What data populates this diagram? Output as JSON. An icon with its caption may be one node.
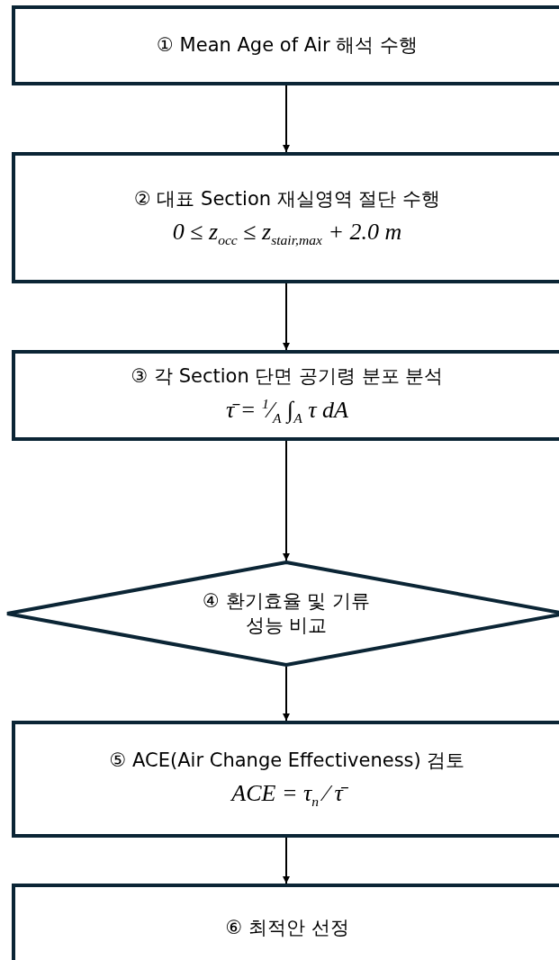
{
  "diagram": {
    "nodes": [
      {
        "text": [
          "① Mean Age of Air 해석 수행"
        ]
      },
      {
        "text": [
          "② 대표 Section 재실영역 절단 수행",
          "0 ≤ z$_{occ}$ ≤ z$_{stair,max}$ + 2.0 m"
        ]
      },
      {
        "text": [
          "③ 각 Section 단면 공기령 분포 분석",
          "τ̄ = $^{1}$⁄$_{A}$ ∫$_{A}$ τ dA"
        ]
      },
      {
        "text": [
          "④ 환기효율 및 기류 성능 비교"
        ]
      },
      {
        "text": [
          "⑤ ACE(Air Change Effectiveness) 검토",
          "ACE = τ$_{n}$ ⁄ τ̄"
        ]
      },
      {
        "text": [
          "⑥ 최적안 선정"
        ]
      }
    ],
    "edges": [
      {
        "from": 0,
        "to": 1,
        "arrow": "to"
      },
      {
        "from": 1,
        "to": 2,
        "arrow": "to"
      },
      {
        "from": 2,
        "to": 3,
        "arrow": "to"
      },
      {
        "from": 3,
        "to": 4,
        "arrow": "to"
      },
      {
        "from": 4,
        "to": 5,
        "arrow": "to"
      }
    ]
  }
}
